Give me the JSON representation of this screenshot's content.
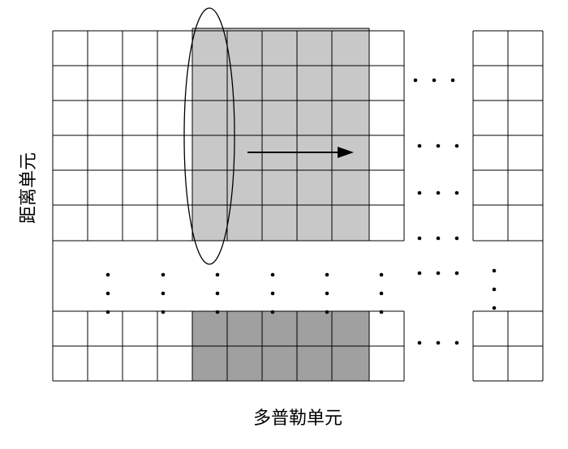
{
  "labels": {
    "range_axis": "距离单元",
    "doppler_axis": "多普勒单元"
  },
  "colors": {
    "background": "#ffffff",
    "grid_line": "#000000",
    "highlight_light": "#c8c8c8",
    "highlight_dark": "#a0a0a0",
    "dot": "#000000",
    "arrow": "#000000"
  },
  "icons": {
    "continuation": "ellipsis-dots",
    "direction": "right-arrow",
    "window": "ellipse-outline"
  }
}
